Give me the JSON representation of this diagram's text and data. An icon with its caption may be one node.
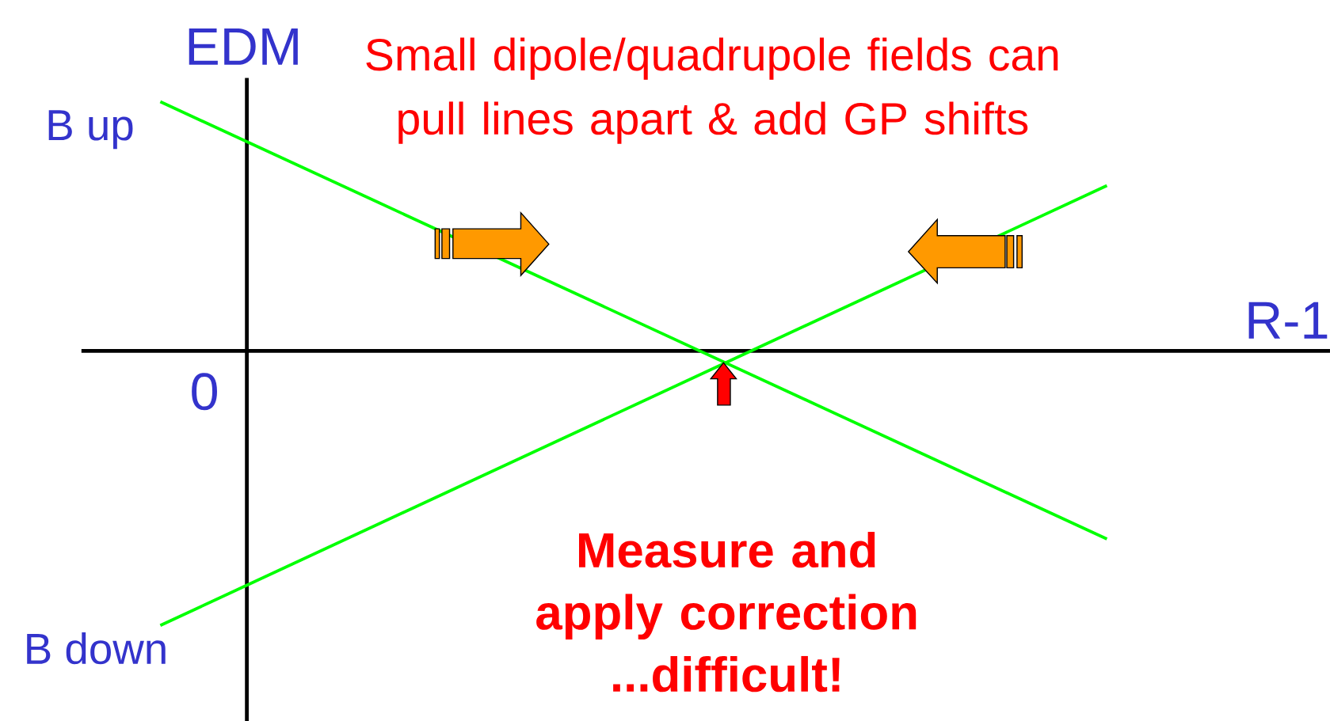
{
  "diagram": {
    "labels": [
      "EDM",
      "Small dipole/quadrupole fields can pull lines apart & add GP shifts",
      "B up",
      "R-1",
      "0",
      "Measure and apply correction ...difficult!",
      "B down"
    ]
  }
}
